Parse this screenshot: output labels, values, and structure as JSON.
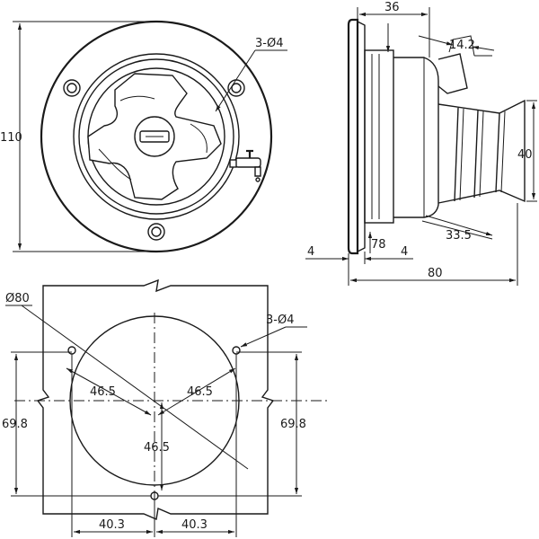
{
  "front_view": {
    "height": "110",
    "holes": "3-Ø4"
  },
  "side_view": {
    "depth": "36",
    "spout_width": "14.2",
    "hose_diameter": "40",
    "flange_gap": "78",
    "hose_length": "33.5",
    "flange_left": "4",
    "flange_right": "4",
    "total_length": "80"
  },
  "cutout_view": {
    "cutout_diameter": "Ø80",
    "holes": "3-Ø4",
    "offset_left": "46.5",
    "offset_right": "46.5",
    "offset_bottom": "46.5",
    "height_left": "69.8",
    "height_right": "69.8",
    "width_left": "40.3",
    "width_right": "40.3"
  }
}
